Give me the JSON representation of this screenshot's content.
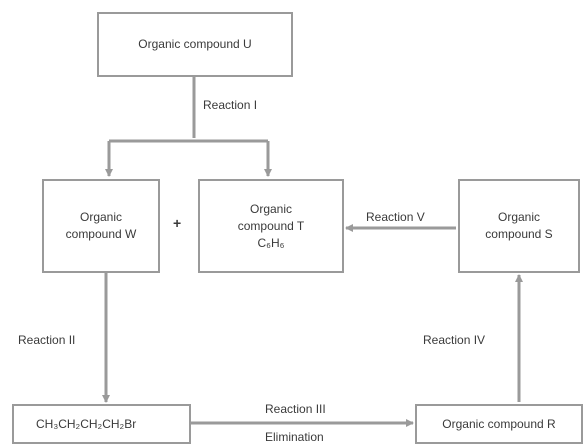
{
  "nodes": {
    "u": {
      "text": "Organic compound U"
    },
    "w": {
      "line1": "Organic",
      "line2": "compound W"
    },
    "t": {
      "line1": "Organic",
      "line2": "compound T",
      "line3": "C₆H₆"
    },
    "s": {
      "line1": "Organic",
      "line2": "compound S"
    },
    "chain": {
      "text": "CH₃CH₂CH₂CH₂Br"
    },
    "r": {
      "text": "Organic compound R"
    }
  },
  "plus_sign": "+",
  "reactions": {
    "r1": "Reaction I",
    "r2": "Reaction II",
    "r3": "Reaction III",
    "r3_sub": "Elimination",
    "r4": "Reaction IV",
    "r5": "Reaction V"
  },
  "colors": {
    "line": "#9a9a9a",
    "text": "#3a3a3a"
  }
}
